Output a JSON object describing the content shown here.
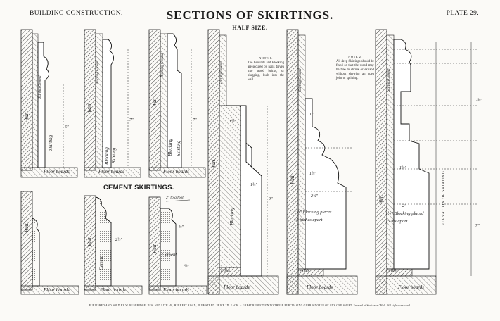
{
  "plate": {
    "header_left": "BUILDING CONSTRUCTION.",
    "header_right": "PLATE 29.",
    "title": "SECTIONS OF SKIRTINGS.",
    "subtitle": "HALF SIZE.",
    "cement_heading": "CEMENT SKIRTINGS.",
    "footer": "PUBLISHED AND SOLD BY W. BUSBRIDGE, DES. AND LITH. 40, HERBERT ROAD, PLUMSTEAD. PRICE 2D. EACH. A GREAT REDUCTION TO THOSE PURCHASING OVER A DOZEN OF ANY ONE SHEET. Entered at Stationers' Hall. All rights reserved."
  },
  "notes": {
    "note1": {
      "heading": "NOTE 1.",
      "text": "The Grounds and Blocking are secured by nails driven into wood bricks, or plugging, built into the wall."
    },
    "note2": {
      "heading": "NOTE 2.",
      "text": "All deep Skirtings should be fixed so that the wood may be free to shrink or expand without showing an open joint or splitting."
    }
  },
  "labels": {
    "wall": "Wall",
    "skirting": "Skirting",
    "blocking": "Blocking",
    "skirting_ground": "Skirting Ground",
    "blocking_ground": "Blocking Ground",
    "floor_boards": "Floor boards",
    "floor_boards_partial": "Floor  boards",
    "cement": "Cement",
    "fillet": "Fillet",
    "elevation": "ELEVATION   OF   SKIRTING",
    "blocking_pieces_1": "1½\" Blocking pieces 15 inches apart",
    "blocking_pieces_2": "1½\" Blocking placed 15 ins apart",
    "fall": "2\" to a foot"
  },
  "dimensions": {
    "d_9": "9\"",
    "d_1_1_2": "1½\"",
    "d_1_3_4": "1¾\"",
    "d_1_1_4": "1¼\"",
    "d_1": "1\"",
    "d_3_4": "¾\"",
    "d_1_2": "½\"",
    "d_2": "2\"",
    "d_2_1_2": "2½\"",
    "d_2_3_4": "2¾\"",
    "d_6": "6\"",
    "d_7": "7\""
  }
}
